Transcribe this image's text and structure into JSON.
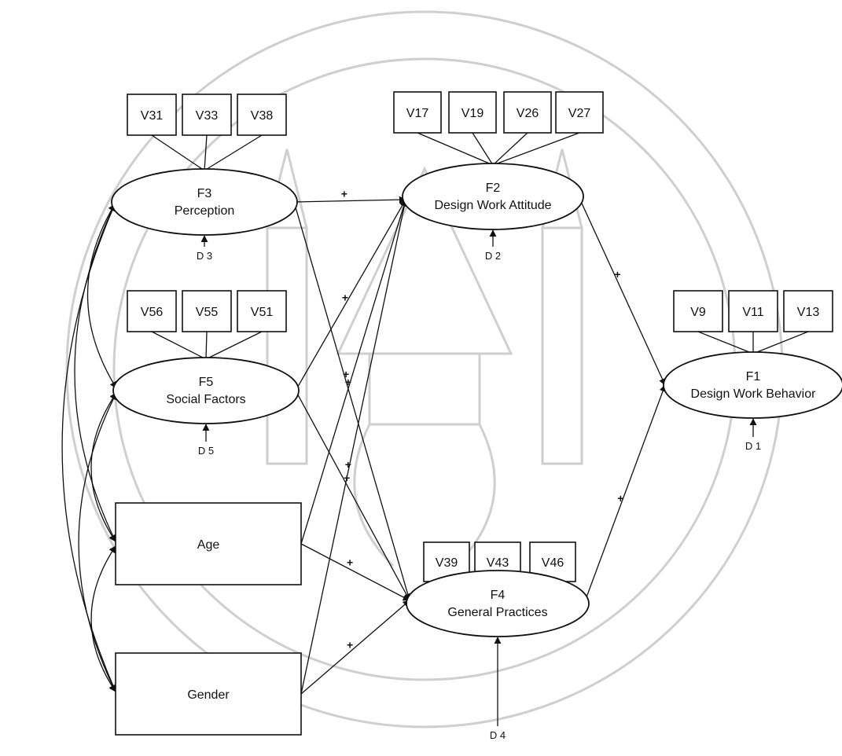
{
  "colors": {
    "ink": "#111111",
    "watermark": "#cfcfcf",
    "background": "#ffffff"
  },
  "constructs": [
    {
      "id": "F3",
      "code": "F3",
      "name": "Perception",
      "indicators": [
        "V31",
        "V33",
        "V38"
      ],
      "disturbance": "D 3"
    },
    {
      "id": "F2",
      "code": "F2",
      "name": "Design Work Attitude",
      "indicators": [
        "V17",
        "V19",
        "V26",
        "V27"
      ],
      "disturbance": "D 2"
    },
    {
      "id": "F5",
      "code": "F5",
      "name": "Social Factors",
      "indicators": [
        "V56",
        "V55",
        "V51"
      ],
      "disturbance": "D 5"
    },
    {
      "id": "F1",
      "code": "F1",
      "name": "Design Work Behavior",
      "indicators": [
        "V9",
        "V11",
        "V13"
      ],
      "disturbance": "D 1"
    },
    {
      "id": "F4",
      "code": "F4",
      "name": "General Practices",
      "indicators": [
        "V39",
        "V43",
        "V46"
      ],
      "disturbance": "D 4"
    }
  ],
  "observed": [
    {
      "id": "AGE",
      "label": "Age"
    },
    {
      "id": "GEN",
      "label": "Gender"
    }
  ],
  "paths": [
    {
      "from": "F3",
      "to": "F2",
      "sign": "+"
    },
    {
      "from": "F3",
      "to": "F4",
      "sign": "+"
    },
    {
      "from": "F5",
      "to": "F2",
      "sign": "+"
    },
    {
      "from": "F5",
      "to": "F4",
      "sign": "+"
    },
    {
      "from": "AGE",
      "to": "F2",
      "sign": "+"
    },
    {
      "from": "AGE",
      "to": "F4",
      "sign": "+"
    },
    {
      "from": "GEN",
      "to": "F2",
      "sign": "+"
    },
    {
      "from": "GEN",
      "to": "F4",
      "sign": "+"
    },
    {
      "from": "F2",
      "to": "F1",
      "sign": "+"
    },
    {
      "from": "F4",
      "to": "F1",
      "sign": "+"
    }
  ],
  "correlations": [
    [
      "F3",
      "F5"
    ],
    [
      "F3",
      "AGE"
    ],
    [
      "F3",
      "GEN"
    ],
    [
      "F5",
      "AGE"
    ],
    [
      "F5",
      "GEN"
    ],
    [
      "AGE",
      "GEN"
    ]
  ],
  "watermark": {
    "type": "university seal"
  }
}
